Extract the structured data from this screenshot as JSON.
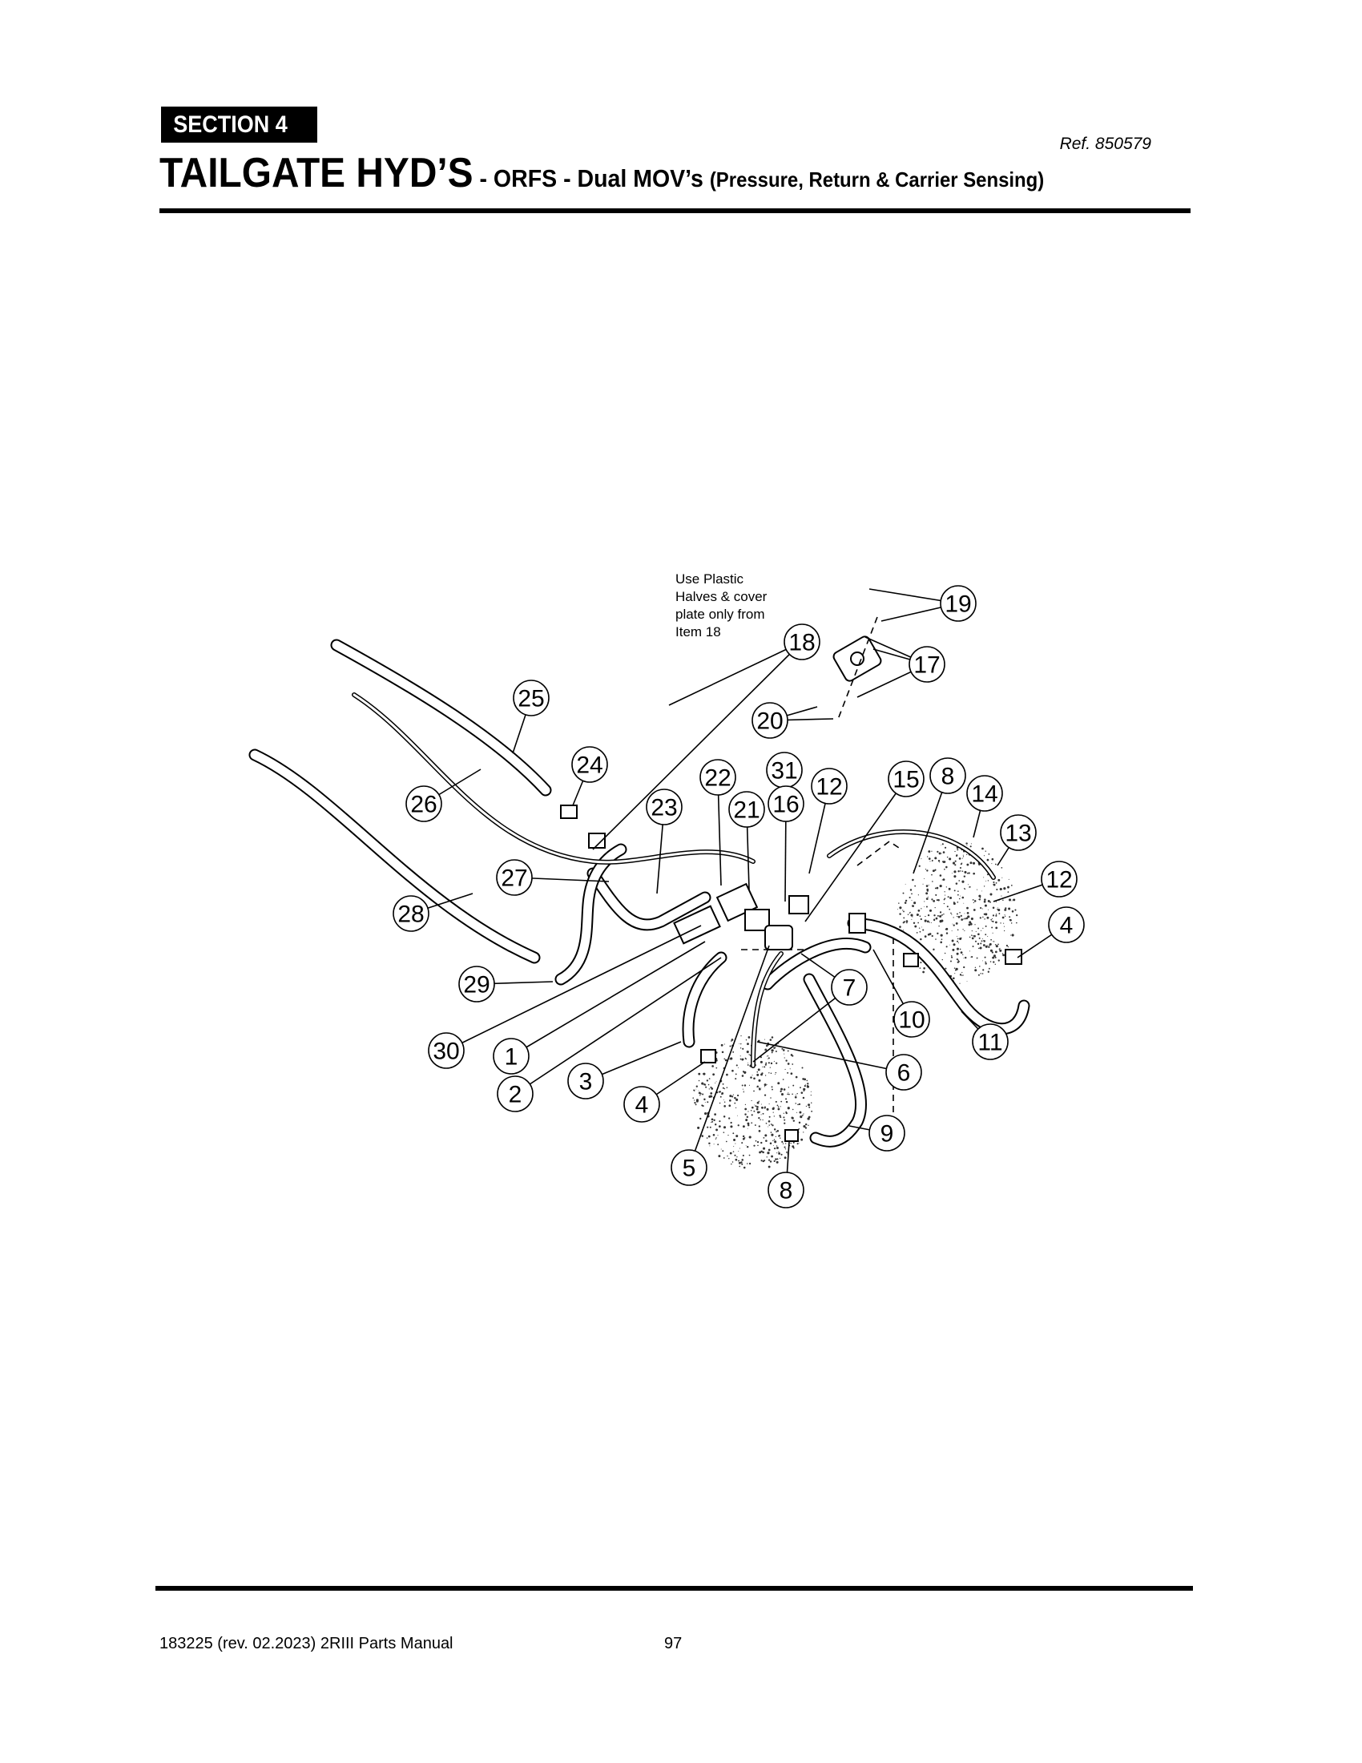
{
  "header": {
    "section_label": "SECTION  4",
    "ref": "Ref. 850579",
    "title_main": "TAILGATE HYD’S",
    "title_sub": " - ORFS - Dual MOV’s ",
    "title_paren": "(Pressure, Return & Carrier Sensing)"
  },
  "diagram": {
    "note_lines": [
      "Use Plastic",
      "Halves & cover",
      "plate only from",
      "Item 18"
    ],
    "callouts": [
      "19",
      "18",
      "17",
      "20",
      "25",
      "24",
      "22",
      "31",
      "12",
      "15",
      "8",
      "14",
      "26",
      "23",
      "21",
      "16",
      "13",
      "27",
      "12",
      "28",
      "4",
      "29",
      "7",
      "10",
      "11",
      "30",
      "1",
      "6",
      "3",
      "2",
      "4",
      "9",
      "5",
      "8"
    ]
  },
  "footer": {
    "manual": "183225  (rev. 02.2023) 2RIII Parts Manual",
    "page": "97"
  }
}
